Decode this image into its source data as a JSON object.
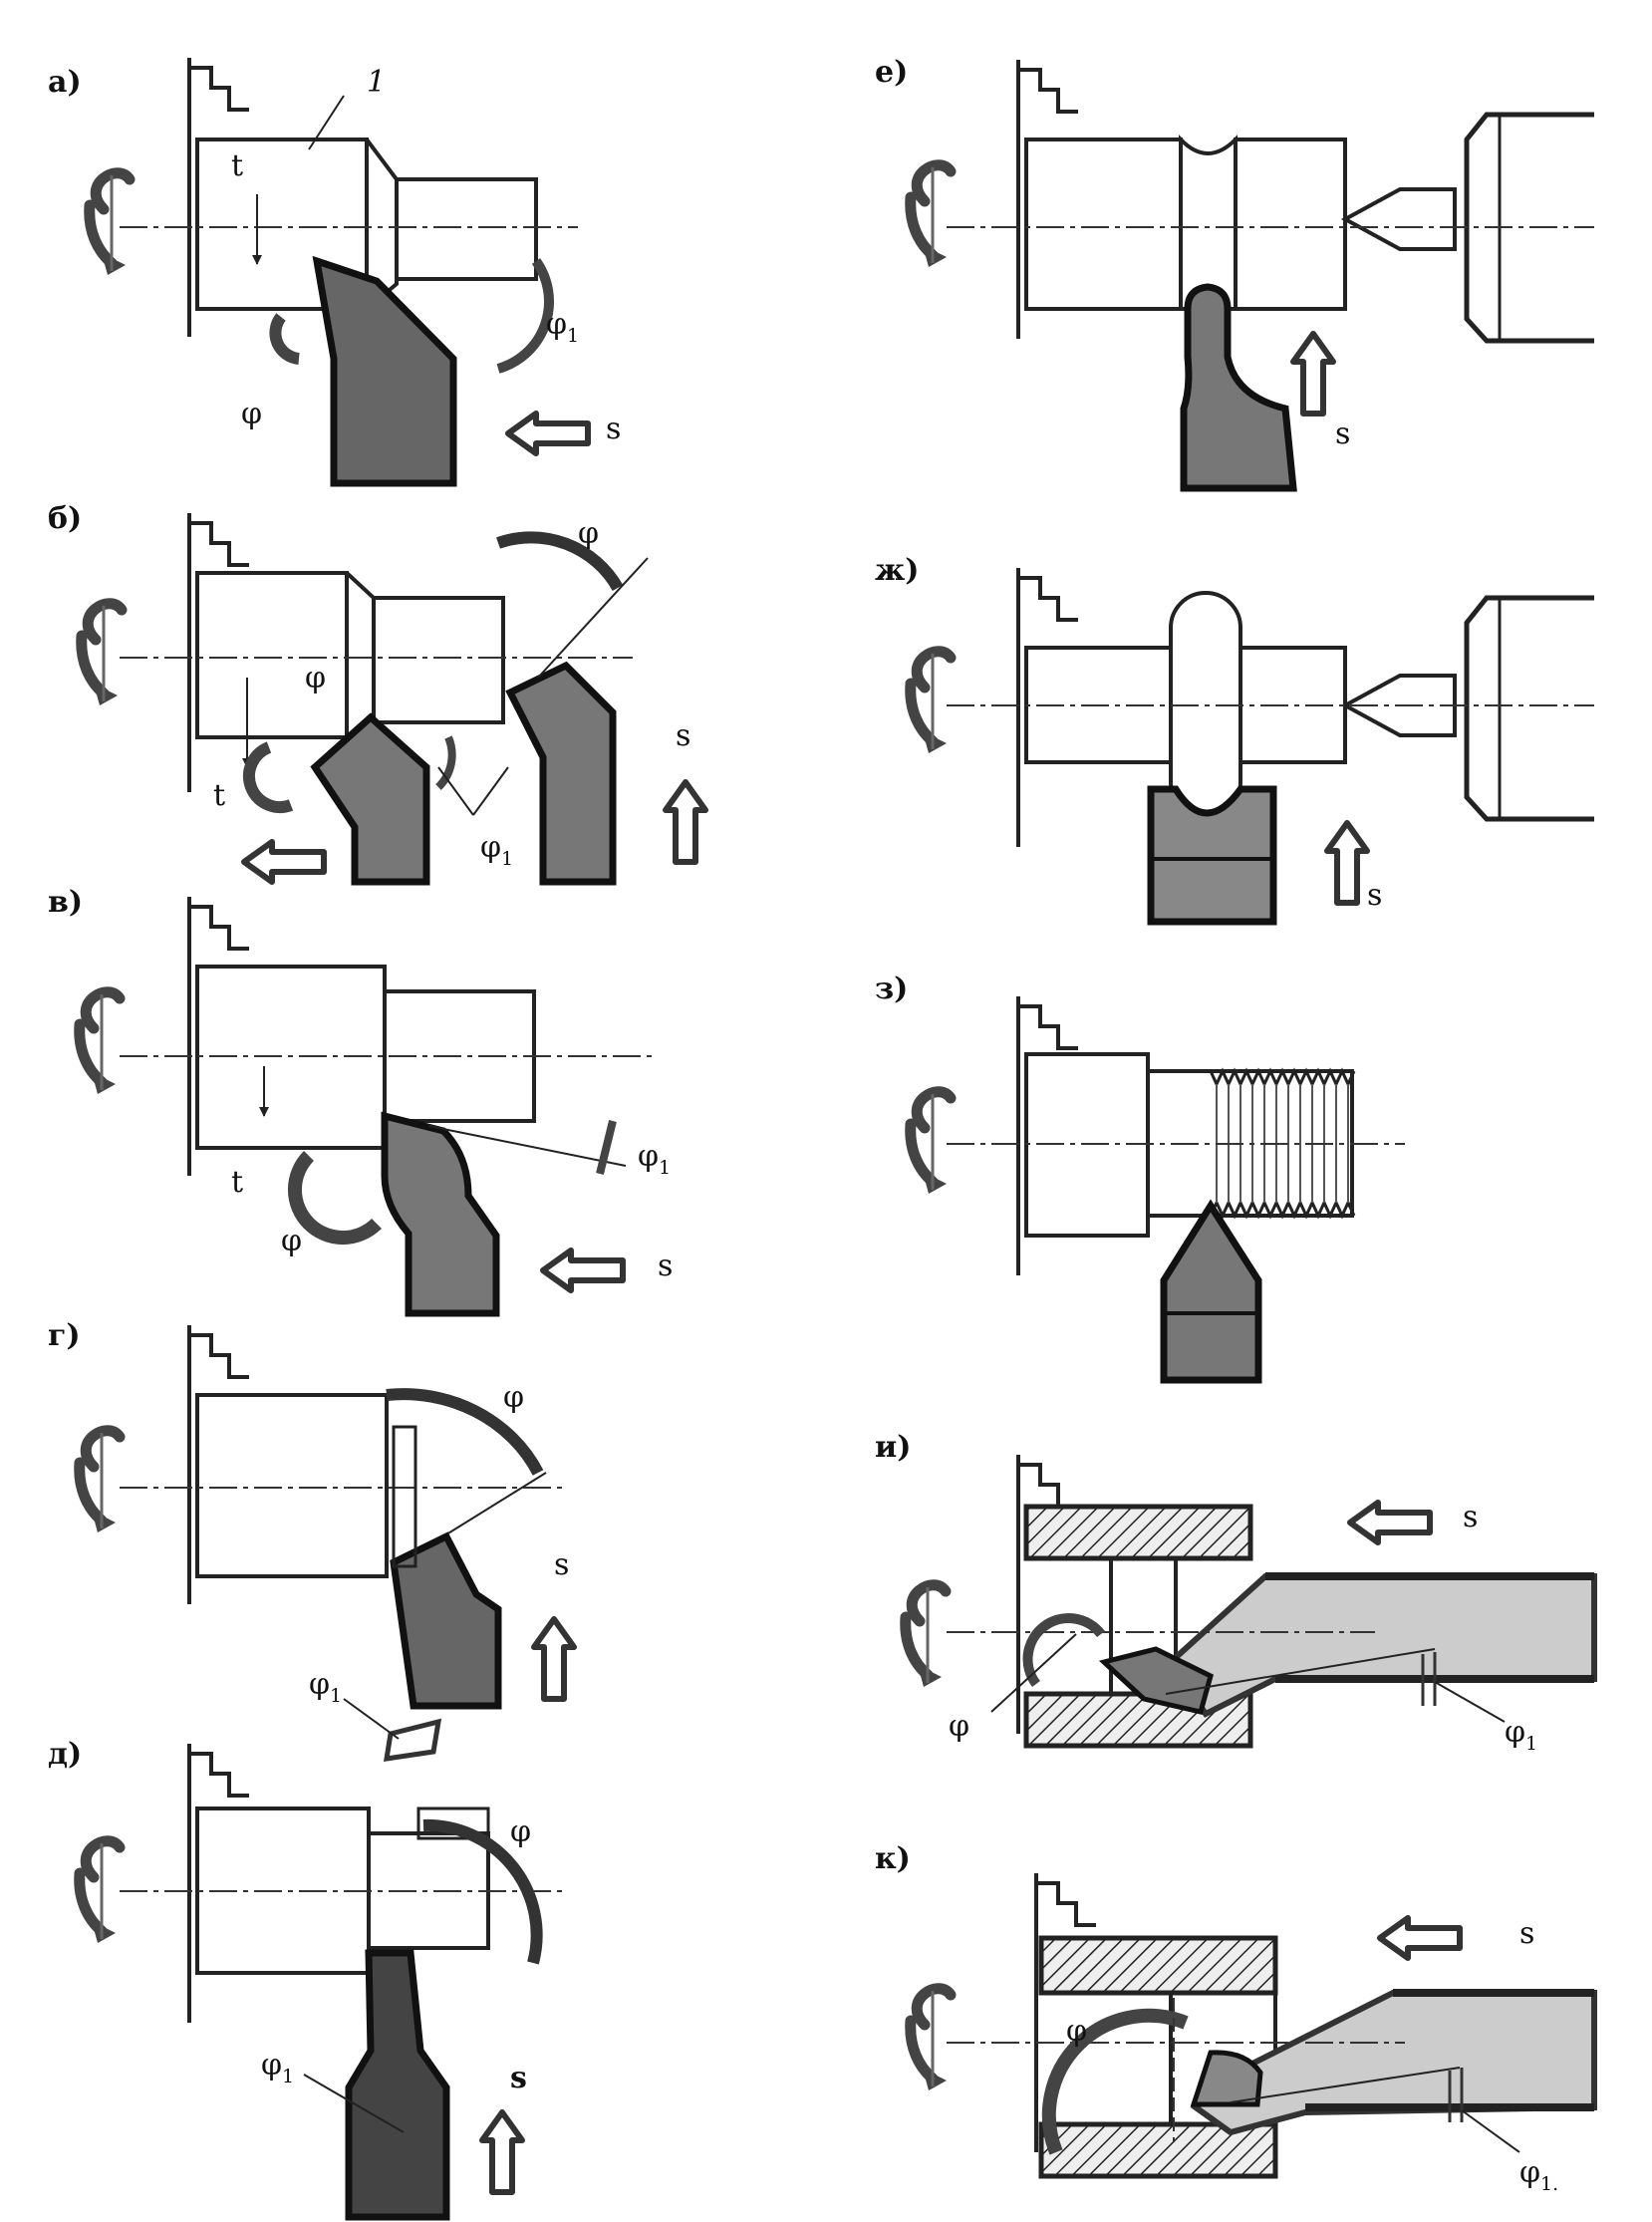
{
  "panels": [
    {
      "id": "a",
      "label": "а)",
      "callout": "1",
      "t": "t",
      "phi": "φ",
      "phi1": "φ",
      "phi1_sub": "1",
      "s": "s"
    },
    {
      "id": "b",
      "label": "б)",
      "t": "t",
      "phi": "φ",
      "phi_top": "φ",
      "phi1": "φ",
      "phi1_sub": "1",
      "s": "s"
    },
    {
      "id": "v",
      "label": "в)",
      "t": "t",
      "phi": "φ",
      "phi1": "φ",
      "phi1_sub": "1",
      "s": "s"
    },
    {
      "id": "g",
      "label": "г)",
      "phi": "φ",
      "phi1": "φ",
      "phi1_sub": "1",
      "s": "s"
    },
    {
      "id": "d",
      "label": "д)",
      "phi": "φ",
      "phi1": "φ",
      "phi1_sub": "1",
      "s": "s"
    },
    {
      "id": "e",
      "label": "е)",
      "s": "s"
    },
    {
      "id": "zh",
      "label": "ж)",
      "s": "s"
    },
    {
      "id": "z",
      "label": "з)"
    },
    {
      "id": "i",
      "label": "и)",
      "phi": "φ",
      "phi1": "φ",
      "phi1_sub": "1",
      "s": "s"
    },
    {
      "id": "k",
      "label": "к)",
      "phi": "φ",
      "phi1": "φ",
      "phi1_sub": "1.",
      "s": "s"
    }
  ]
}
